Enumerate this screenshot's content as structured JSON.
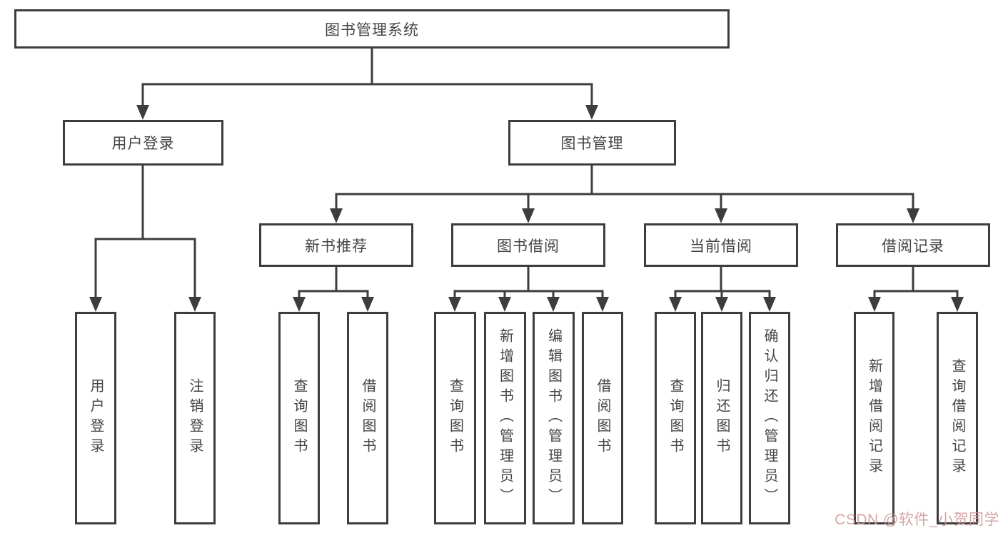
{
  "diagram_title": "图书管理系统",
  "tree": {
    "label": "图书管理系统",
    "children": [
      {
        "label": "用户登录",
        "children": [
          {
            "label": "用户登录"
          },
          {
            "label": "注销登录"
          }
        ]
      },
      {
        "label": "图书管理",
        "children": [
          {
            "label": "新书推荐",
            "children": [
              {
                "label": "查询图书"
              },
              {
                "label": "借阅图书"
              }
            ]
          },
          {
            "label": "图书借阅",
            "children": [
              {
                "label": "查询图书"
              },
              {
                "label": "新增图书（管理员）"
              },
              {
                "label": "编辑图书（管理员）"
              },
              {
                "label": "借阅图书"
              }
            ]
          },
          {
            "label": "当前借阅",
            "children": [
              {
                "label": "查询图书"
              },
              {
                "label": "归还图书"
              },
              {
                "label": "确认归还（管理员）"
              }
            ]
          },
          {
            "label": "借阅记录",
            "children": [
              {
                "label": "新增借阅记录"
              },
              {
                "label": "查询借阅记录"
              }
            ]
          }
        ]
      }
    ]
  },
  "watermark": {
    "text": "CSDN @软件_小贺同学",
    "color": "#cd9696"
  },
  "colors": {
    "line": "#3d3d3d",
    "text": "#454545",
    "box_background": "#ffffff",
    "page_background": "#ffffff"
  }
}
